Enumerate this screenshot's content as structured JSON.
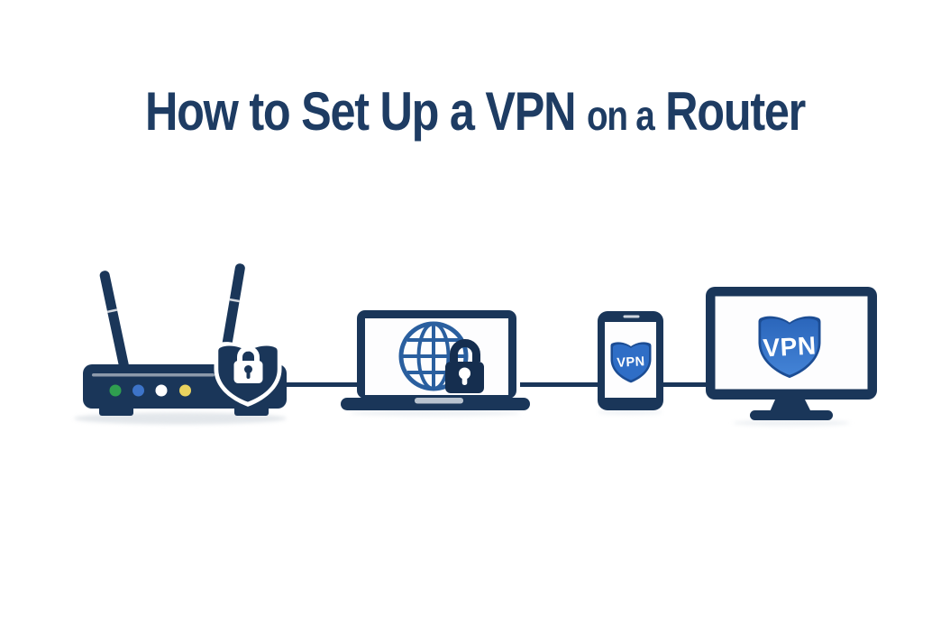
{
  "title": {
    "part1": "How to Set Up a VPN",
    "part2": "on a",
    "part3": "Router",
    "full_text": "How to Set Up a VPN on a Router",
    "color": "#1e3c63"
  },
  "illustration": {
    "description": "wifi-router connected by a line to laptop, smartphone and desktop monitor, all secured by VPN",
    "connection_line_color": "#1a3659",
    "router": {
      "device": "wifi-router",
      "badge_icon": "shield-lock-icon",
      "led_colors": [
        "#2f9e4f",
        "#3d74c9",
        "#ffffff",
        "#ead35f"
      ]
    },
    "laptop": {
      "device": "laptop",
      "screen_icon": "globe-with-padlock-icon"
    },
    "smartphone": {
      "device": "smartphone",
      "shield_label": "VPN"
    },
    "monitor": {
      "device": "desktop-monitor",
      "shield_label": "VPN"
    }
  },
  "colors": {
    "background": "#ffffff",
    "device_navy": "#1a3659",
    "dark_navy": "#152e4f",
    "icon_blue": "#2a5f9f",
    "shield_fill": "#2f6ec6",
    "shield_fill_light": "#4383d6",
    "shield_border": "#1c4d94",
    "vent_gray": "#8d9aab",
    "hinge_gray": "#b9c3cf",
    "shadow_gray": "#e3e7eb"
  }
}
